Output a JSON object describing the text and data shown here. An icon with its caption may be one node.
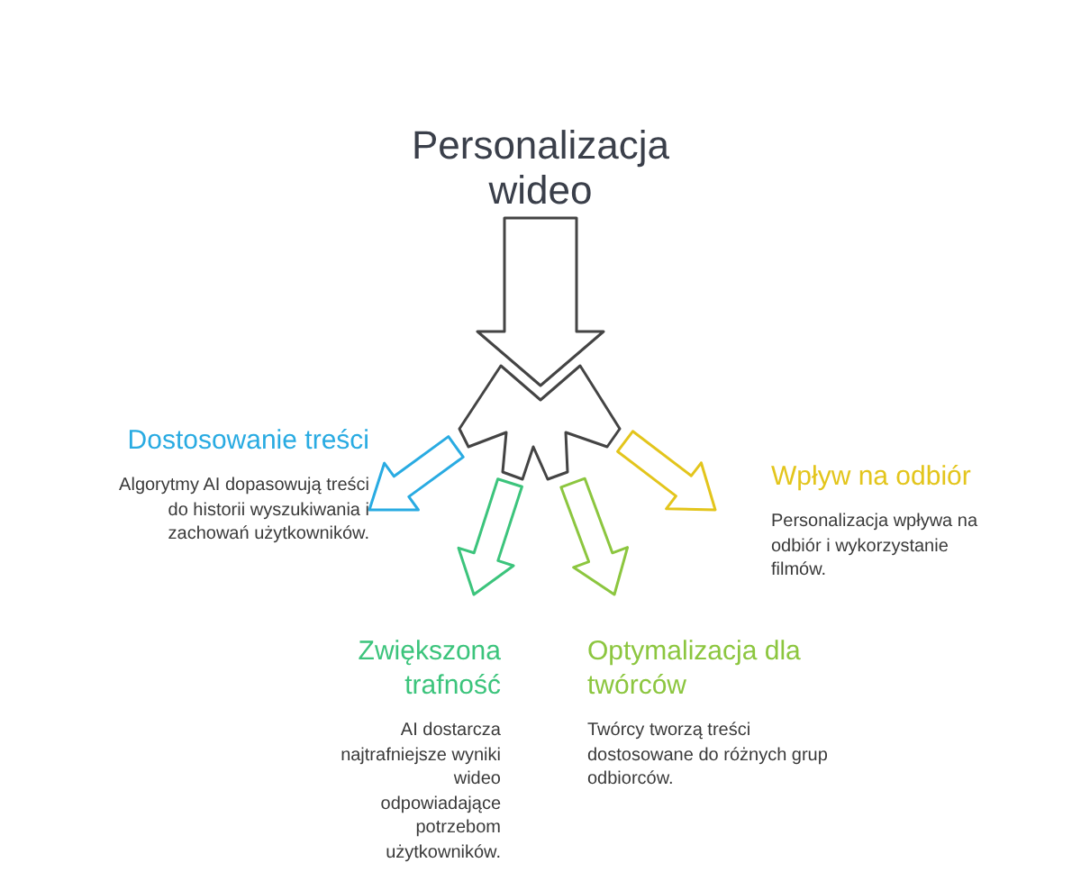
{
  "diagram": {
    "title": "Personalizacja wideo",
    "nodes": [
      {
        "text": [],
        "shape": "arrow"
      },
      {
        "text": [
          "Dostosowanie treści",
          "Algorytmy AI dopasowują treści do historii wyszukiwania i zachowań użytkowników."
        ]
      },
      {
        "text": [
          "Zwiększona trafność",
          "AI dostarcza najtrafniejsze wyniki wideo odpowiadające potrzebom użytkowników."
        ]
      },
      {
        "text": [
          "Optymalizacja dla twórców",
          "Twórcy tworzą treści dostosowane do różnych grup odbiorców."
        ]
      },
      {
        "text": [
          "Wpływ na odbiór",
          "Personalizacja wpływa na odbiór i wykorzystanie filmów."
        ]
      }
    ],
    "edges": [
      {
        "from": 0,
        "to": 1,
        "arrow": "to",
        "color": "#29abe2"
      },
      {
        "from": 0,
        "to": 2,
        "arrow": "to",
        "color": "#3cc47c"
      },
      {
        "from": 0,
        "to": 3,
        "arrow": "to",
        "color": "#8cc63f"
      },
      {
        "from": 0,
        "to": 4,
        "arrow": "to",
        "color": "#e3c51c"
      }
    ]
  }
}
